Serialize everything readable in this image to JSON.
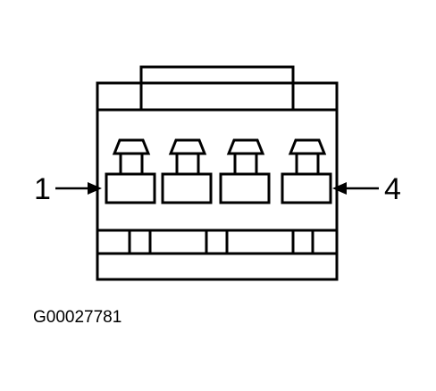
{
  "diagram": {
    "pin_labels": {
      "left": "1",
      "right": "4"
    },
    "figure_id": "G00027781",
    "colors": {
      "line": "#000000",
      "fill": "#ffffff"
    }
  }
}
